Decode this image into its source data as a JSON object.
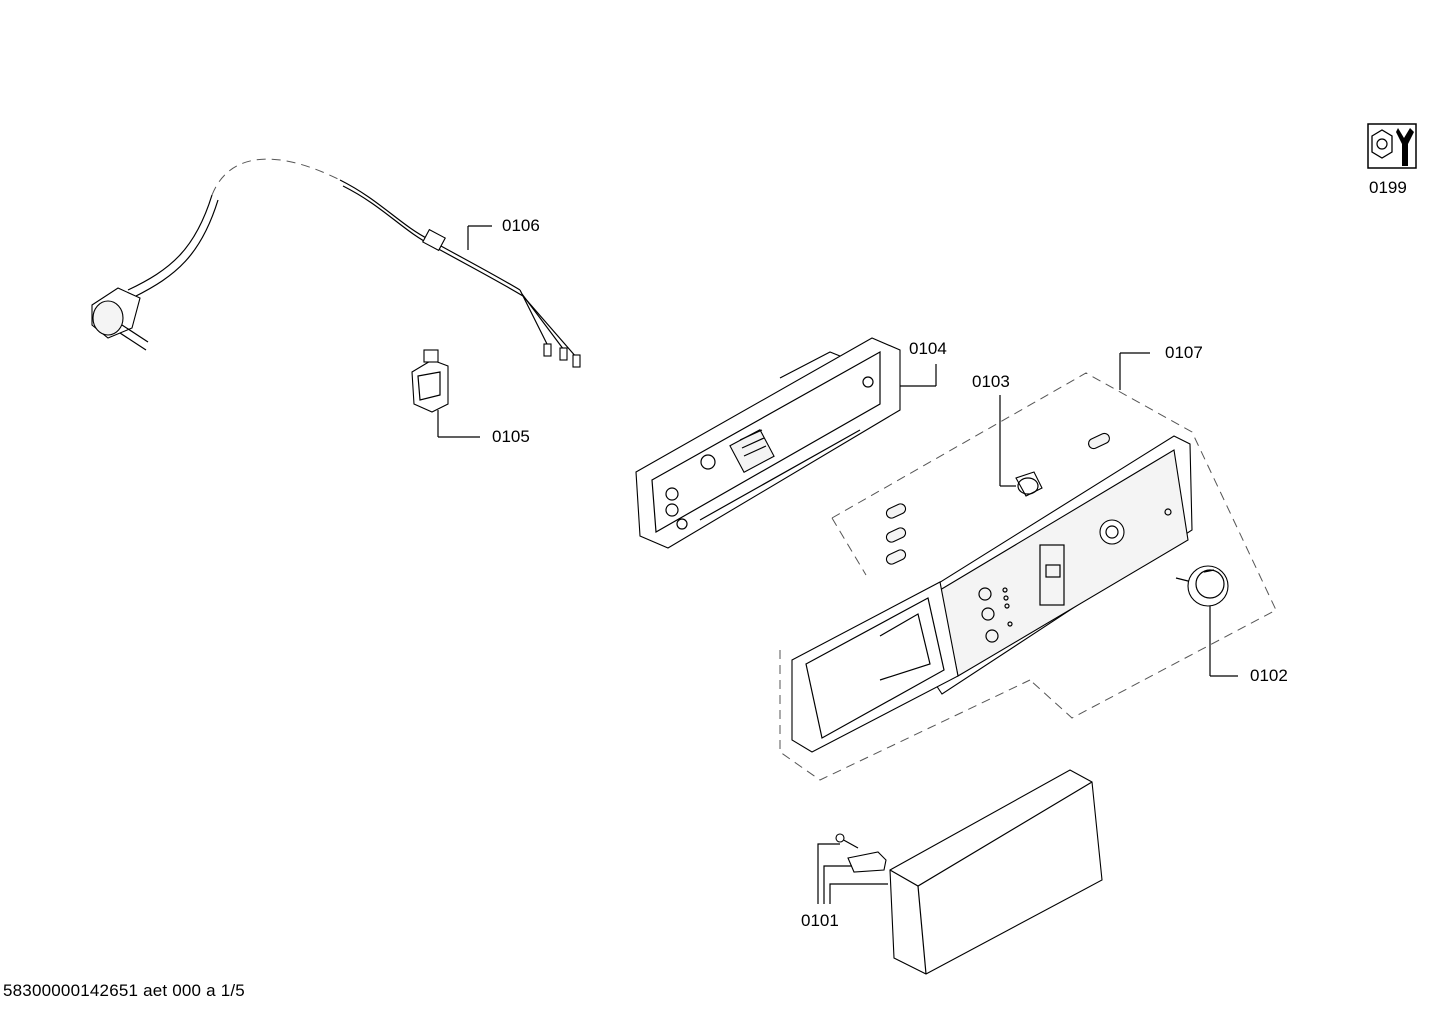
{
  "callouts": {
    "p0101": "0101",
    "p0102": "0102",
    "p0103": "0103",
    "p0104": "0104",
    "p0105": "0105",
    "p0106": "0106",
    "p0107": "0107",
    "p0199": "0199"
  },
  "footer": "58300000142651 aet 000 a 1/5",
  "icons": {
    "tool_icon": "wrench-nut-icon"
  }
}
